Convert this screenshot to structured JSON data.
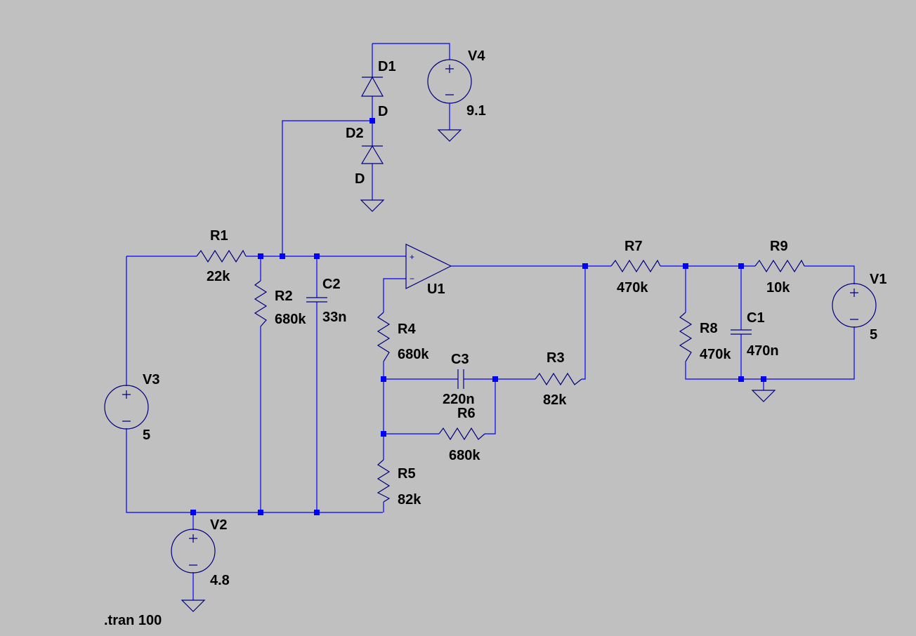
{
  "components": {
    "R1": {
      "name": "R1",
      "value": "22k"
    },
    "R2": {
      "name": "R2",
      "value": "680k"
    },
    "C2": {
      "name": "C2",
      "value": "33n"
    },
    "R4": {
      "name": "R4",
      "value": "680k"
    },
    "C3": {
      "name": "C3",
      "value": "220n"
    },
    "R6": {
      "name": "R6",
      "value": "680k"
    },
    "R3": {
      "name": "R3",
      "value": "82k"
    },
    "R5": {
      "name": "R5",
      "value": "82k"
    },
    "R7": {
      "name": "R7",
      "value": "470k"
    },
    "R8": {
      "name": "R8",
      "value": "470k"
    },
    "C1": {
      "name": "C1",
      "value": "470n"
    },
    "R9": {
      "name": "R9",
      "value": "10k"
    },
    "V1": {
      "name": "V1",
      "value": "5"
    },
    "V2": {
      "name": "V2",
      "value": "4.8"
    },
    "V3": {
      "name": "V3",
      "value": "5"
    },
    "V4": {
      "name": "V4",
      "value": "9.1"
    },
    "D1": {
      "name": "D1",
      "value": "D"
    },
    "D2": {
      "name": "D2",
      "value": "D"
    },
    "U1": {
      "name": "U1"
    }
  },
  "directive": ".tran 100",
  "colors": {
    "background": "#c0c0c0",
    "wire": "#0000ff",
    "component": "#00007f",
    "label": "#000000"
  }
}
